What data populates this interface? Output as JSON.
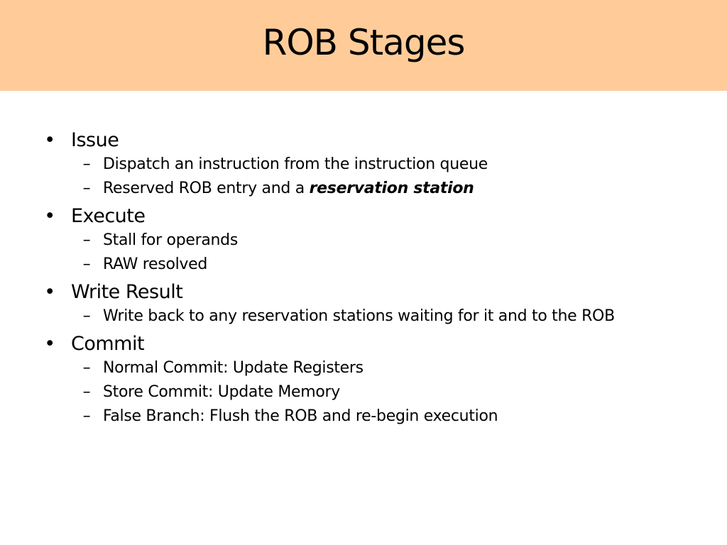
{
  "slide": {
    "title": "ROB Stages",
    "colors": {
      "title_band": "#ffcc99",
      "background": "#ffffff",
      "text": "#000000"
    },
    "bullet_marker": "•",
    "sub_marker": "–",
    "sections": [
      {
        "heading": "Issue",
        "items": [
          "Dispatch an instruction from the instruction queue",
          "Reserved ROB entry and a "
        ],
        "item2_emphasis": "reservation station"
      },
      {
        "heading": "Execute",
        "items": [
          "Stall for operands",
          "RAW resolved"
        ]
      },
      {
        "heading": "Write Result",
        "items": [
          "Write back to any reservation stations waiting for it and to the ROB"
        ]
      },
      {
        "heading": "Commit",
        "items": [
          "Normal Commit: Update Registers",
          "Store Commit: Update Memory",
          "False Branch: Flush the ROB and re-begin execution"
        ]
      }
    ]
  }
}
